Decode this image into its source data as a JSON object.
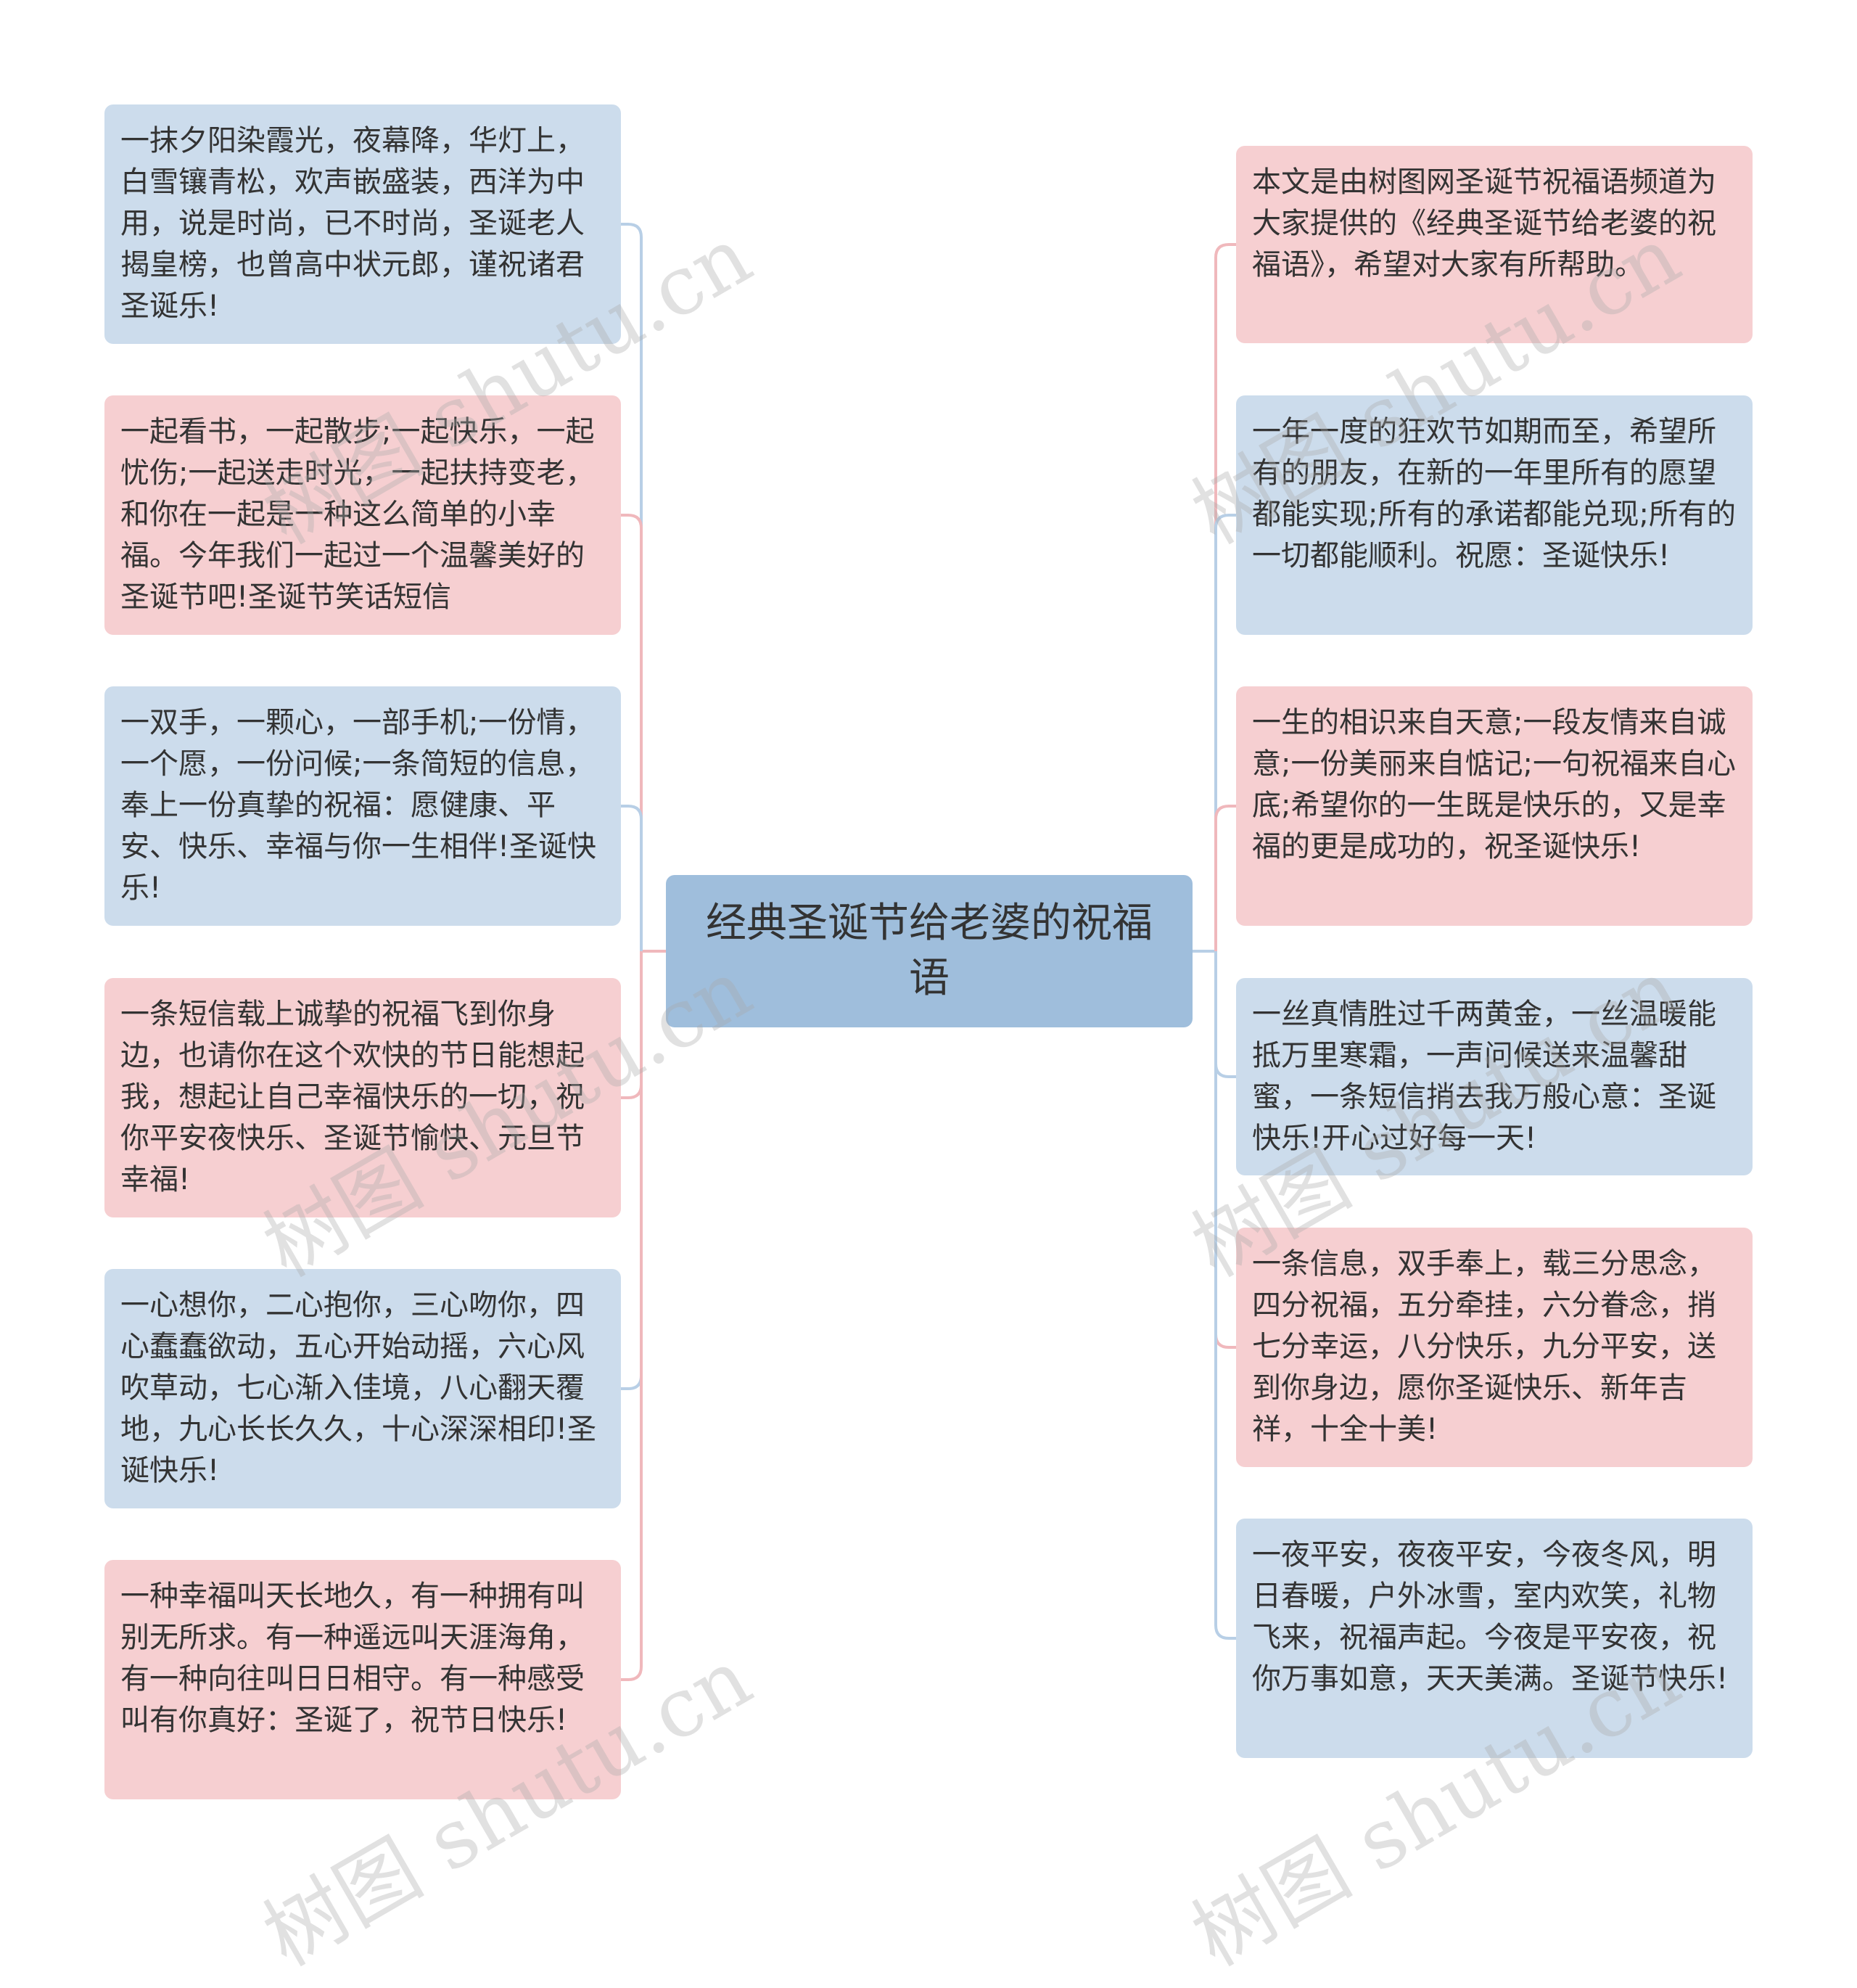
{
  "root": {
    "label": "经典圣诞节给老婆的祝福语"
  },
  "left_nodes": [
    {
      "text": "一抹夕阳染霞光，夜幕降，华灯上，白雪镶青松，欢声嵌盛装，西洋为中用，说是时尚，已不时尚，圣诞老人揭皇榜，也曾高中状元郎，谨祝诸君圣诞乐!",
      "color": "blue"
    },
    {
      "text": "一起看书，一起散步;一起快乐，一起忧伤;一起送走时光，一起扶持变老，和你在一起是一种这么简单的小幸福。今年我们一起过一个温馨美好的圣诞节吧!圣诞节笑话短信",
      "color": "pink"
    },
    {
      "text": "一双手，一颗心，一部手机;一份情，一个愿，一份问候;一条简短的信息，奉上一份真挚的祝福：愿健康、平安、快乐、幸福与你一生相伴!圣诞快乐!",
      "color": "blue"
    },
    {
      "text": "一条短信载上诚挚的祝福飞到你身边，也请你在这个欢快的节日能想起我，想起让自己幸福快乐的一切，祝你平安夜快乐、圣诞节愉快、元旦节幸福!",
      "color": "pink"
    },
    {
      "text": "一心想你，二心抱你，三心吻你，四心蠢蠢欲动，五心开始动摇，六心风吹草动，七心渐入佳境，八心翻天覆地，九心长长久久，十心深深相印!圣诞快乐!",
      "color": "blue"
    },
    {
      "text": "一种幸福叫天长地久，有一种拥有叫别无所求。有一种遥远叫天涯海角，有一种向往叫日日相守。有一种感受叫有你真好：圣诞了，祝节日快乐!",
      "color": "pink"
    }
  ],
  "right_nodes": [
    {
      "text": "本文是由树图网圣诞节祝福语频道为大家提供的《经典圣诞节给老婆的祝福语》，希望对大家有所帮助。",
      "color": "pink"
    },
    {
      "text": "一年一度的狂欢节如期而至，希望所有的朋友，在新的一年里所有的愿望都能实现;所有的承诺都能兑现;所有的一切都能顺利。祝愿：圣诞快乐!",
      "color": "blue"
    },
    {
      "text": "一生的相识来自天意;一段友情来自诚意;一份美丽来自惦记;一句祝福来自心底;希望你的一生既是快乐的，又是幸福的更是成功的，祝圣诞快乐!",
      "color": "pink"
    },
    {
      "text": "一丝真情胜过千两黄金，一丝温暖能抵万里寒霜，一声问候送来温馨甜蜜，一条短信捎去我万般心意：圣诞快乐!开心过好每一天!",
      "color": "blue"
    },
    {
      "text": "一条信息，双手奉上，载三分思念，四分祝福，五分牵挂，六分眷念，捎七分幸运，八分快乐，九分平安，送到你身边，愿你圣诞快乐、新年吉祥，十全十美!",
      "color": "pink"
    },
    {
      "text": "一夜平安，夜夜平安，今夜冬风，明日春暖，户外冰雪，室内欢笑，礼物飞来，祝福声起。今夜是平安夜，祝你万事如意，天天美满。圣诞节快乐!",
      "color": "blue"
    }
  ],
  "watermark": {
    "text": "树图 shutu.cn"
  },
  "colors": {
    "pink": "#f6cfd1",
    "blue": "#ccdcec",
    "root": "#9fbedc",
    "line_pink": "#f0b8bc",
    "line_blue": "#b8cfe6"
  }
}
